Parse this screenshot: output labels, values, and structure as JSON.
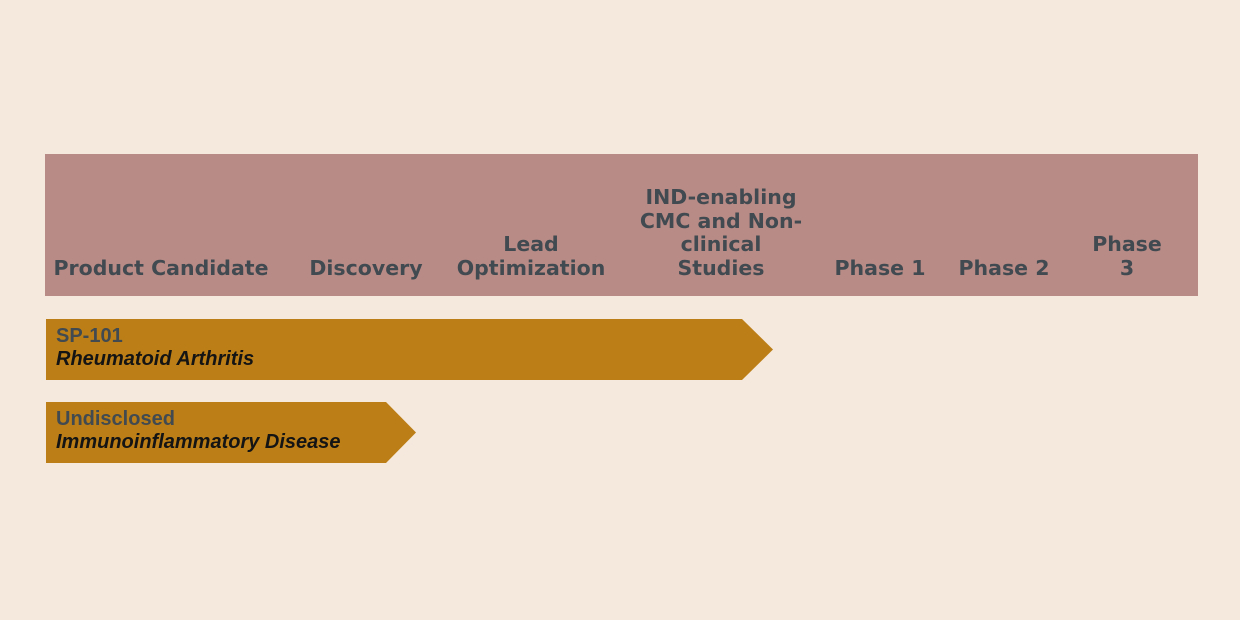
{
  "header": {
    "product_candidate": "Product Candidate",
    "discovery": "Discovery",
    "lead_optimization": "Lead\nOptimization",
    "ind_enabling": "IND-enabling\nCMC and Non-\nclinical\nStudies",
    "phase1": "Phase 1",
    "phase2": "Phase 2",
    "phase3": "Phase 3"
  },
  "programs": [
    {
      "name": "SP-101",
      "indication": "Rheumatoid Arthritis",
      "stage": "IND-enabling CMC and Non-clinical Studies"
    },
    {
      "name": "Undisclosed",
      "indication": "Immunoinflammatory Disease",
      "stage": "Discovery"
    }
  ],
  "colors": {
    "background": "#f5e8dc",
    "header_band": "#b88b86",
    "header_text": "#414a50",
    "bar_fill": "#bc7f17",
    "bar_name_text": "#414a50",
    "bar_indication_text": "#141414"
  }
}
